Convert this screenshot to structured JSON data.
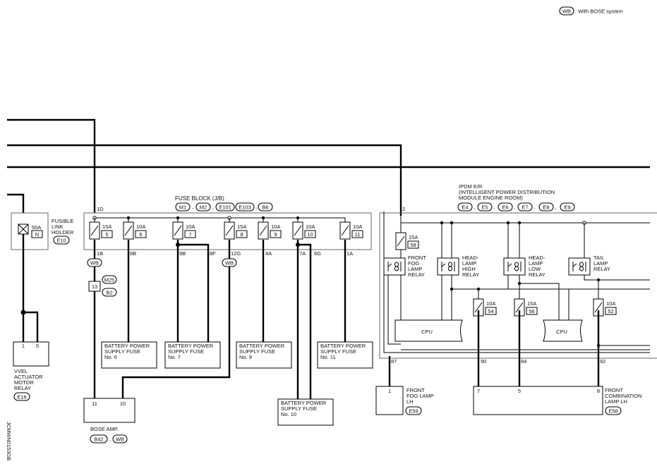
{
  "legend": {
    "tag": "WB",
    "text": ": With BOSE system"
  },
  "fusible_link": {
    "label": [
      "FUSIBLE",
      "LINK",
      "HOLDER"
    ],
    "connector": "E10",
    "amp": "50A",
    "letter": "N"
  },
  "fuse_block": {
    "title": "FUSE BLOCK (J/B)",
    "connectors": [
      "M1",
      "M2",
      "E101",
      "E103",
      "B6"
    ],
    "input_terminal": "1D",
    "fuses": [
      {
        "amp": "15A",
        "num": "5"
      },
      {
        "amp": "10A",
        "num": "6"
      },
      {
        "amp": "10A",
        "num": "7"
      },
      {
        "amp": "15A",
        "num": "8"
      },
      {
        "amp": "10A",
        "num": "9"
      },
      {
        "amp": "10A",
        "num": "10"
      },
      {
        "amp": "10A",
        "num": "11"
      }
    ],
    "outputs": [
      "1B",
      "6B",
      "9B",
      "8F",
      "12G",
      "4A",
      "7A",
      "6G",
      "1A"
    ]
  },
  "ipdm": {
    "title": [
      "IPDM E/R",
      "(INTELLIGENT POWER DISTRIBUTION",
      "MODULE ENGINE ROOM)"
    ],
    "connectors": [
      "E4",
      "E5",
      "E6",
      "E7",
      "E8",
      "E9"
    ],
    "input_terminal": "2",
    "fuses": [
      {
        "amp": "15A",
        "num": "58"
      },
      {
        "amp": "10A",
        "num": "54"
      },
      {
        "amp": "15A",
        "num": "56"
      },
      {
        "amp": "10A",
        "num": "52"
      }
    ],
    "relays": [
      [
        "FRONT",
        "FOG",
        "LAMP",
        "RELAY"
      ],
      [
        "HEAD-",
        "LAMP",
        "HIGH",
        "RELAY"
      ],
      [
        "HEAD-",
        "LAMP",
        "LOW",
        "RELAY"
      ],
      [
        "TAIL",
        "LAMP",
        "RELAY"
      ]
    ],
    "cpu_label": "CPU",
    "outputs": [
      "87",
      "90",
      "84",
      "92"
    ]
  },
  "vvel": {
    "label": [
      "VVEL",
      "ACTUATOR",
      "MOTOR",
      "RELAY"
    ],
    "connector": "E16",
    "pins": [
      "1",
      "5"
    ]
  },
  "inline_connector": {
    "pin": "13",
    "connectors": [
      "M25",
      "B2"
    ]
  },
  "wb_tag": "WB",
  "battery_fuse_boxes": [
    [
      "BATTERY POWER",
      "SUPPLY FUSE",
      "No. 6"
    ],
    [
      "BATTERY POWER",
      "SUPPLY FUSE",
      "No. 7"
    ],
    [
      "BATTERY POWER",
      "SUPPLY FUSE",
      "No. 9"
    ],
    [
      "BATTERY POWER",
      "SUPPLY FUSE",
      "No. 11"
    ],
    [
      "BATTERY POWER",
      "SUPPLY FUSE",
      "No. 10"
    ]
  ],
  "bose": {
    "label": "BOSE AMP.",
    "connector": "B42",
    "tag": "WB",
    "pins": [
      "11",
      "10"
    ]
  },
  "fog_lamp": {
    "label": [
      "FRONT",
      "FOG LAMP",
      "LH"
    ],
    "connector": "E59",
    "pin": "1"
  },
  "combo_lamp": {
    "label": [
      "FRONT",
      "COMBINATION",
      "LAMP LH"
    ],
    "connector": "E58",
    "pins": [
      "7",
      "5",
      "8"
    ]
  },
  "figure_id": "JCMWN0153GB"
}
